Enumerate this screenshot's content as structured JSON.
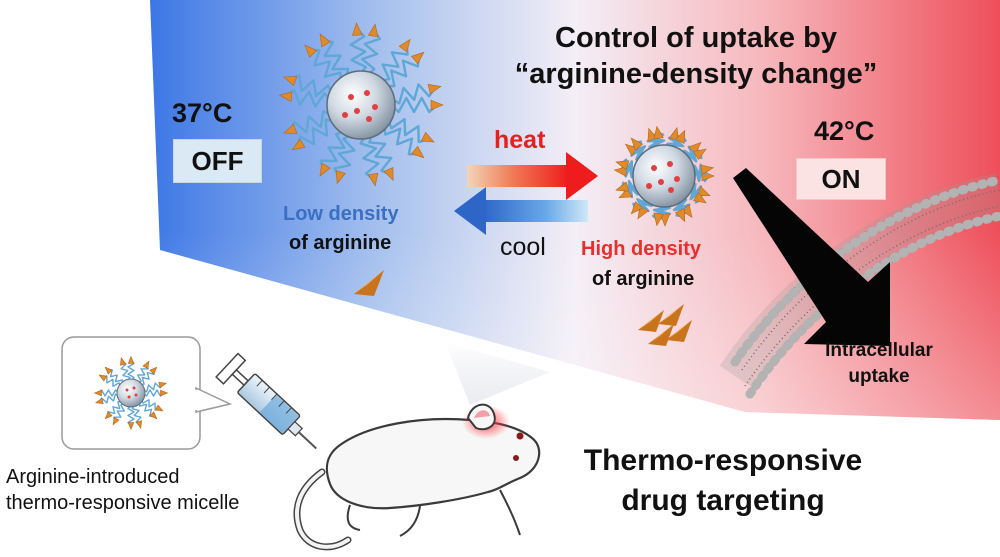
{
  "panel": {
    "title_line1": "Control of uptake by",
    "title_line2": "“arginine-density change”",
    "left_temperature": "37°C",
    "left_state": "OFF",
    "right_temperature": "42°C",
    "right_state": "ON",
    "heat_label": "heat",
    "cool_label": "cool",
    "low_density": "Low density",
    "low_density_of": "of arginine",
    "high_density": "High density",
    "high_density_of": "of arginine",
    "uptake_line1": "Intracellular",
    "uptake_line2": "uptake"
  },
  "footer": {
    "headline_line1": "Thermo-responsive",
    "headline_line2": "drug targeting",
    "micelle_caption_line1": "Arginine-introduced",
    "micelle_caption_line2": "thermo-responsive micelle"
  },
  "colors": {
    "cold": "#3d77e6",
    "hot": "#ef5560",
    "heat_text": "#e62020",
    "low_density_text": "#3a6fc4",
    "high_density_text": "#e63030",
    "arginine": "#e08a2a"
  },
  "icons": [
    "micelle-low-density-icon",
    "micelle-high-density-icon",
    "arginine-icon",
    "arginine-cluster-icon",
    "cell-membrane-icon",
    "syringe-icon",
    "mouse-icon"
  ]
}
